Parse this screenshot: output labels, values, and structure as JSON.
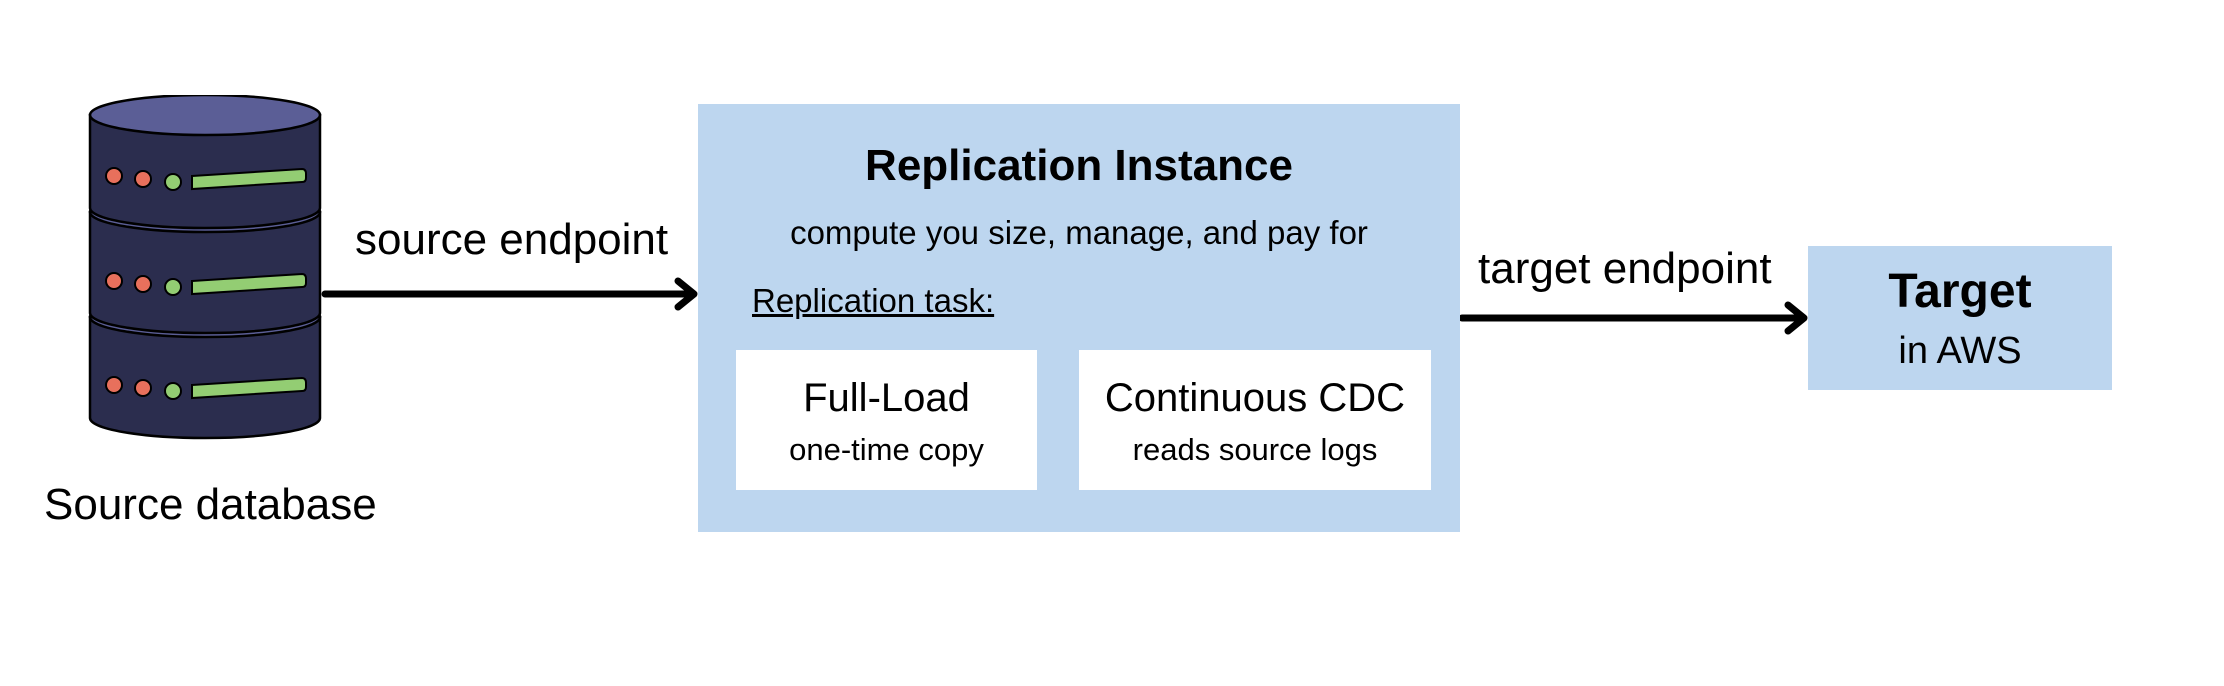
{
  "colors": {
    "box_fill": "#bdd6ef",
    "db_body": "#2b2d4e",
    "db_top": "#5b5e96",
    "led_red": "#e8705c",
    "led_green": "#93cd73",
    "arrow": "#000000"
  },
  "source": {
    "icon": "database-stack-icon",
    "label": "Source database"
  },
  "source_endpoint": {
    "label": "source endpoint"
  },
  "replication_instance": {
    "title": "Replication Instance",
    "subtitle": "compute you size, manage, and pay for",
    "task_label": "Replication task:",
    "tasks": [
      {
        "title": "Full-Load",
        "subtitle": "one-time copy"
      },
      {
        "title": "Continuous CDC",
        "subtitle": "reads source logs"
      }
    ]
  },
  "target_endpoint": {
    "label": "target endpoint"
  },
  "target": {
    "title": "Target",
    "subtitle": "in AWS"
  }
}
